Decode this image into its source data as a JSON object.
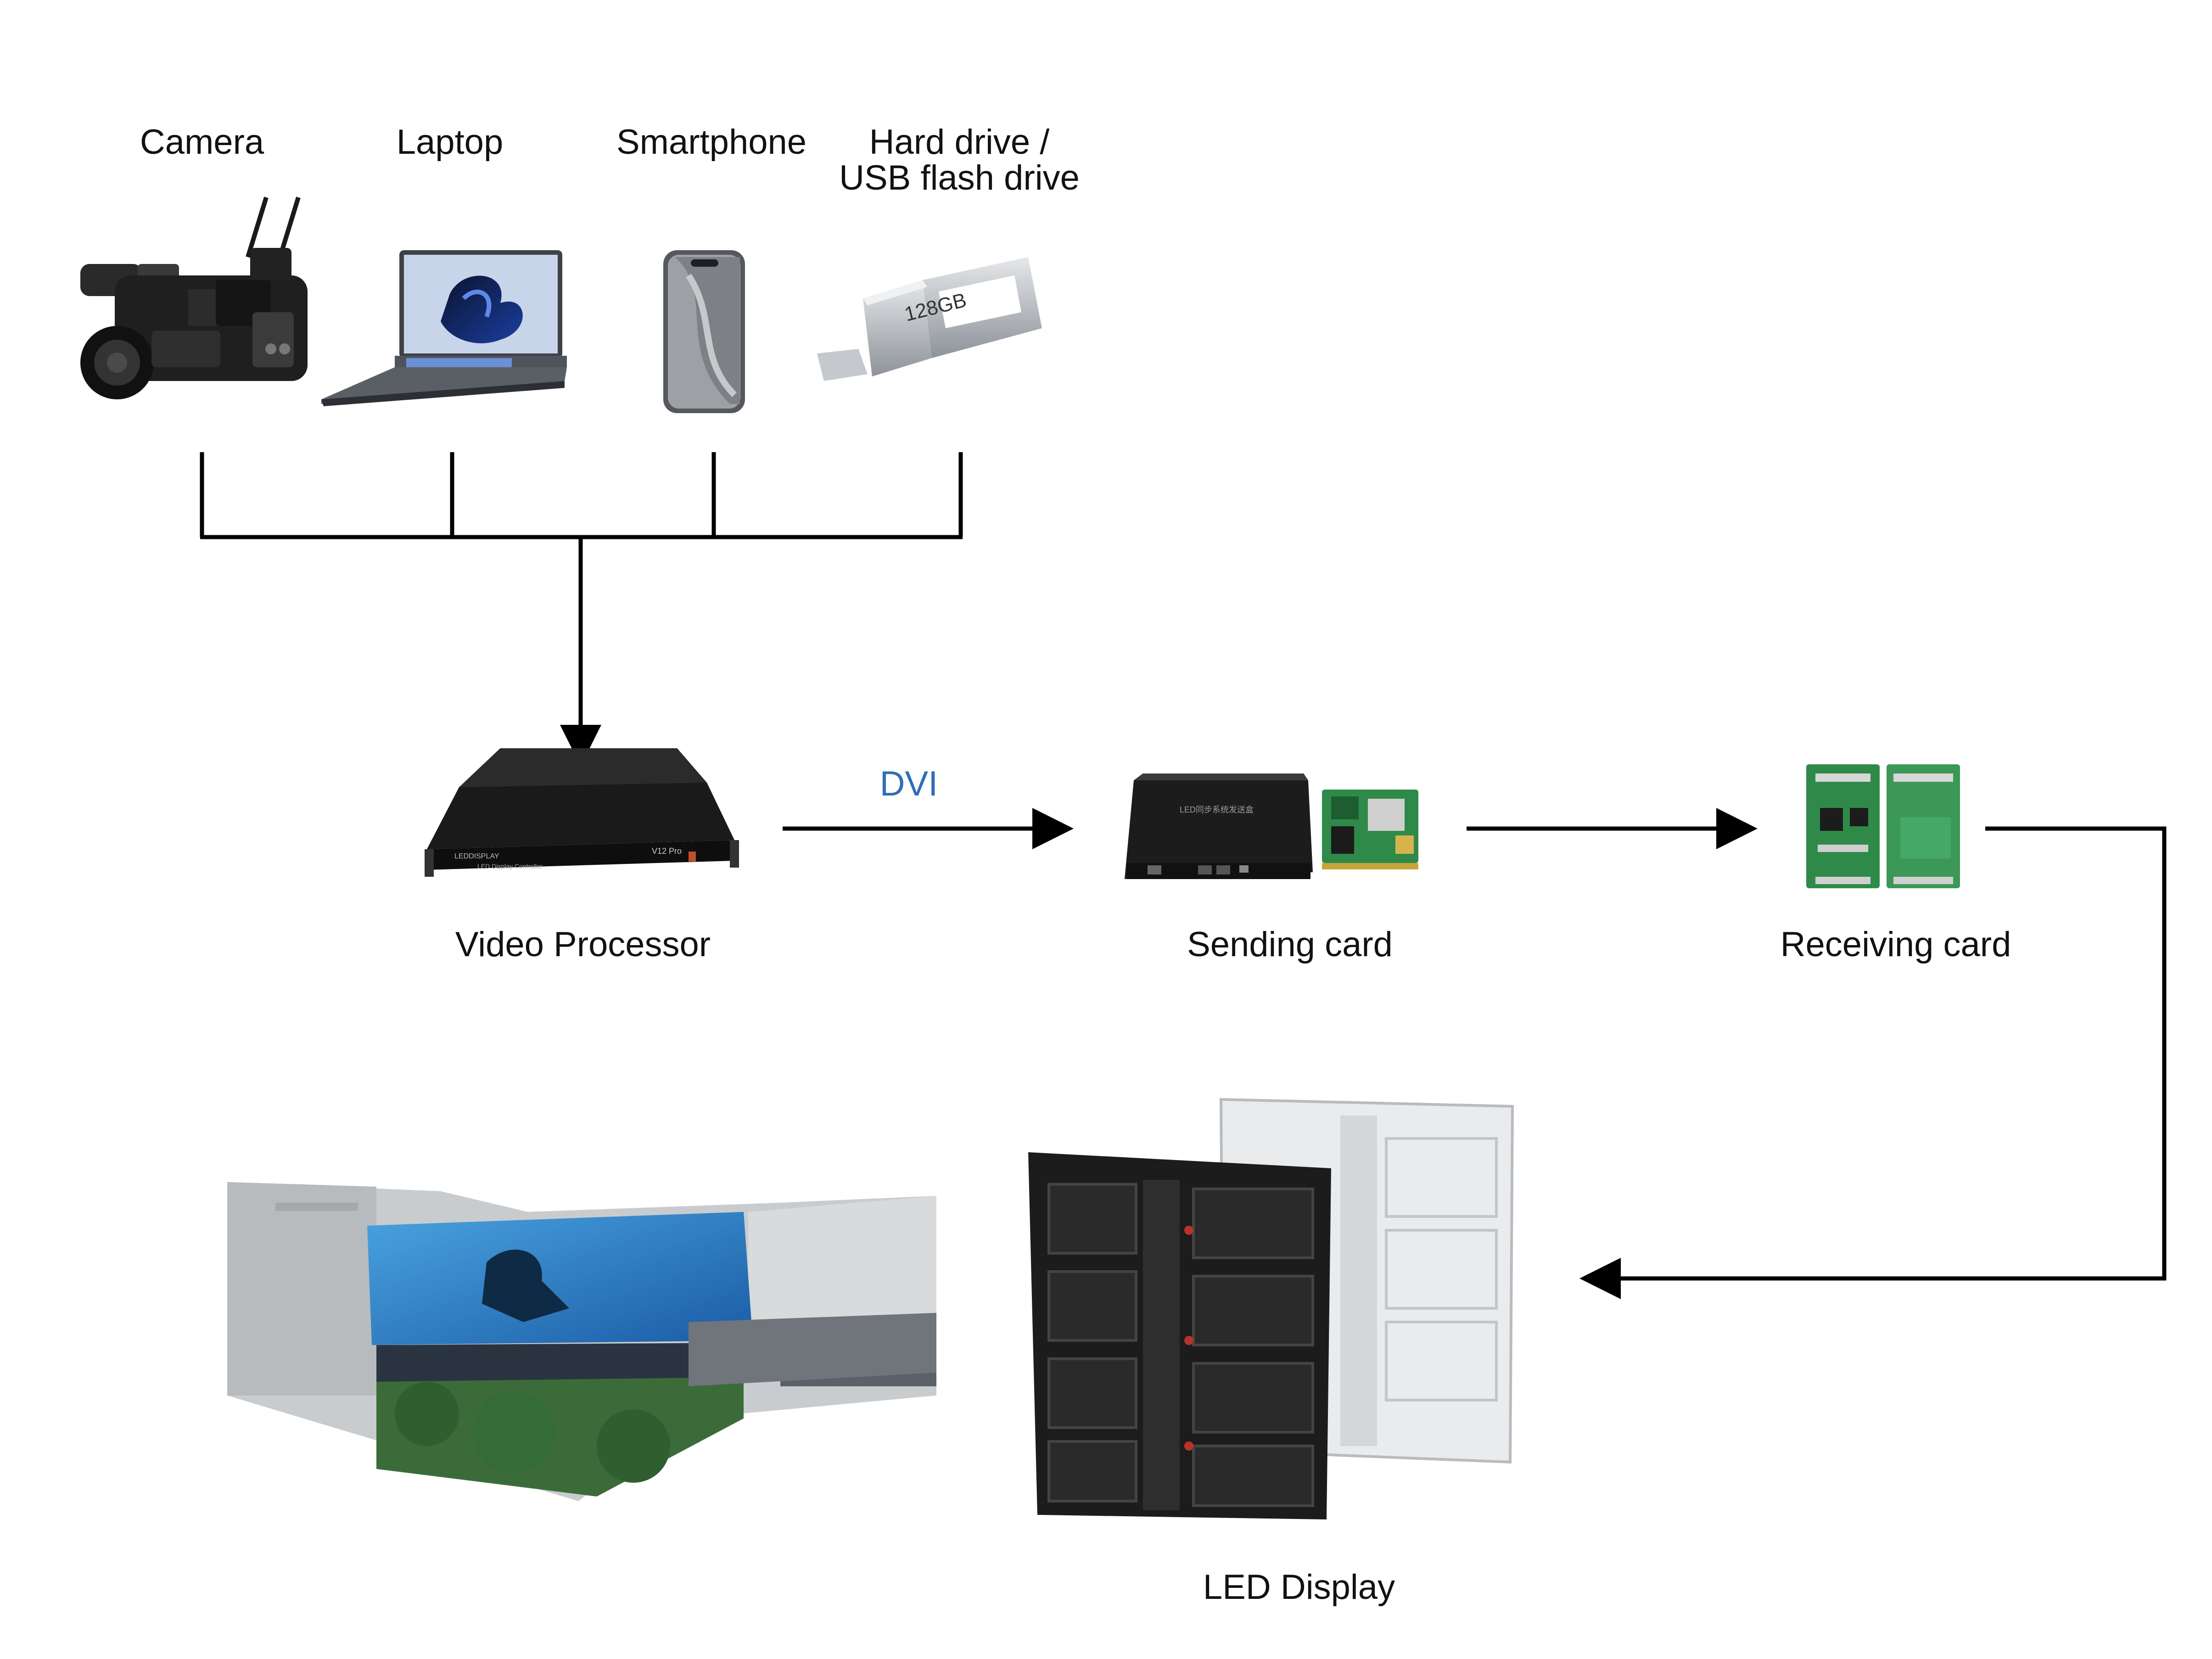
{
  "sources": {
    "camera": "Camera",
    "laptop": "Laptop",
    "smartphone": "Smartphone",
    "storage_line1": "Hard drive /",
    "storage_line2": "USB flash drive"
  },
  "usb_capacity": "128GB",
  "processor": {
    "label": "Video Processor",
    "model": "V12 Pro",
    "brand": "LEDDISPLAY",
    "subtitle": "LED Display Controller"
  },
  "link_label": "DVI",
  "sending_card": {
    "label": "Sending card",
    "box_text": "LED同步系统发送盒"
  },
  "receiving_card": {
    "label": "Receiving card"
  },
  "led_display": {
    "label": "LED Display"
  },
  "colors": {
    "line": "#000000",
    "dvi": "#2e6fb4",
    "pcb_green": "#2f8a4a",
    "device_dark": "#1c1c1c",
    "cabinet_white": "#e9ebec"
  },
  "icons": [
    "camera-icon",
    "laptop-icon",
    "smartphone-icon",
    "usb-drive-icon",
    "video-processor-icon",
    "sending-card-icon",
    "receiving-card-icon",
    "led-cabinet-icon",
    "building-screen-icon"
  ]
}
